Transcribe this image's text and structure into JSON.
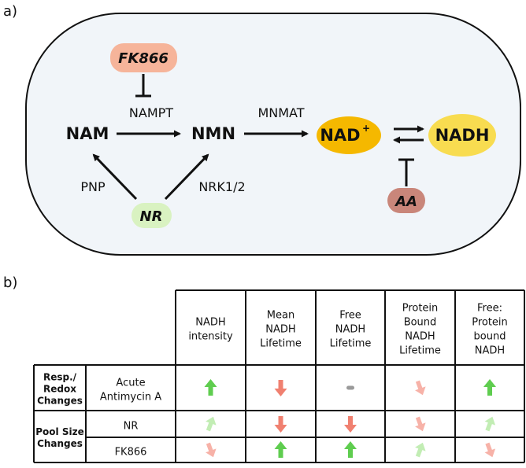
{
  "panel_a": {
    "label": "a)",
    "nodes": {
      "nam": "NAM",
      "nmn": "NMN",
      "nad_base": "NAD",
      "nad_sup": "+",
      "nadh": "NADH"
    },
    "enzymes": {
      "nampt": "NAMPT",
      "mnmat": "MNMAT",
      "pnp": "PNP",
      "nrk": "NRK1/2"
    },
    "drugs": {
      "fk866": "FK866",
      "nr": "NR",
      "aa": "AA"
    },
    "colors": {
      "fk866_fill": "#f6b49a",
      "nr_fill": "#d9f2c1",
      "aa_fill": "#c9867a",
      "nad_fill": "#f5b800",
      "nadh_fill": "#f8dc50",
      "cell_fill": "#f1f5f9"
    }
  },
  "panel_b": {
    "label": "b)",
    "headers": [
      [
        "NADH",
        "intensity"
      ],
      [
        "Mean",
        "NADH",
        "Lifetime"
      ],
      [
        "Free",
        "NADH",
        "Lifetime"
      ],
      [
        "Protein",
        "Bound",
        "NADH",
        "Lifetime"
      ],
      [
        "Free:",
        "Protein",
        "bound",
        "NADH"
      ]
    ],
    "groups": [
      {
        "label": [
          "Resp./",
          "Redox",
          "Changes"
        ]
      },
      {
        "label": [
          "Pool Size",
          "Changes"
        ]
      }
    ],
    "rows": [
      {
        "label": [
          "Acute",
          "Antimycin A"
        ],
        "cells": [
          "up-strong",
          "down-medium",
          "none",
          "down-faint",
          "up-strong"
        ]
      },
      {
        "label": [
          "NR"
        ],
        "cells": [
          "up-faint",
          "down-medium",
          "down-medium",
          "down-faint",
          "up-faint"
        ]
      },
      {
        "label": [
          "FK866"
        ],
        "cells": [
          "down-faint",
          "up-strong",
          "up-strong",
          "up-faint",
          "down-faint"
        ]
      }
    ],
    "indicator_colors": {
      "up-strong": "#5fcd4f",
      "up-faint": "#c2edb4",
      "down-medium": "#f08070",
      "down-faint": "#f7b2a8",
      "none": "#9a9a9a"
    }
  }
}
